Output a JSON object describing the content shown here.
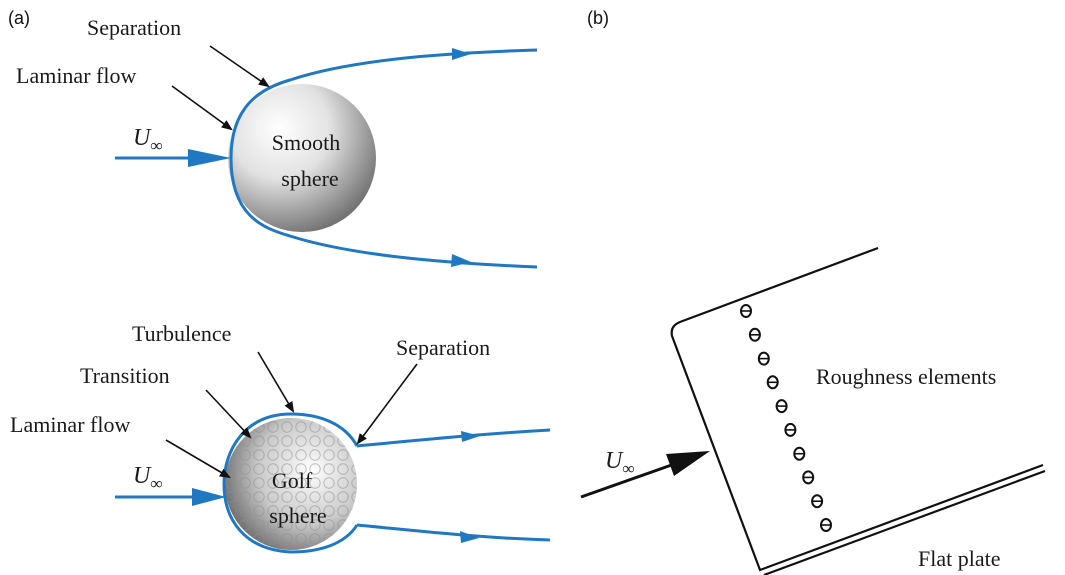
{
  "panel_a": {
    "label": "(a)",
    "top": {
      "separation_label": "Separation",
      "laminar_label": "Laminar flow",
      "velocity_symbol": "U",
      "velocity_subscript": "∞",
      "sphere_line1": "Smooth",
      "sphere_line2": "sphere"
    },
    "bottom": {
      "turbulence_label": "Turbulence",
      "separation_label": "Separation",
      "transition_label": "Transition",
      "laminar_label": "Laminar flow",
      "velocity_symbol": "U",
      "velocity_subscript": "∞",
      "sphere_line1": "Golf",
      "sphere_line2": "sphere"
    }
  },
  "panel_b": {
    "label": "(b)",
    "roughness_label": "Roughness elements",
    "velocity_symbol": "U",
    "velocity_subscript": "∞",
    "plate_label": "Flat plate",
    "roughness_element_count": 10
  },
  "colors": {
    "flow_line": "#1f78c1",
    "pointer": "#111111",
    "sphere_highlight": "#ffffff",
    "sphere_shadow": "#6f6f6f"
  }
}
